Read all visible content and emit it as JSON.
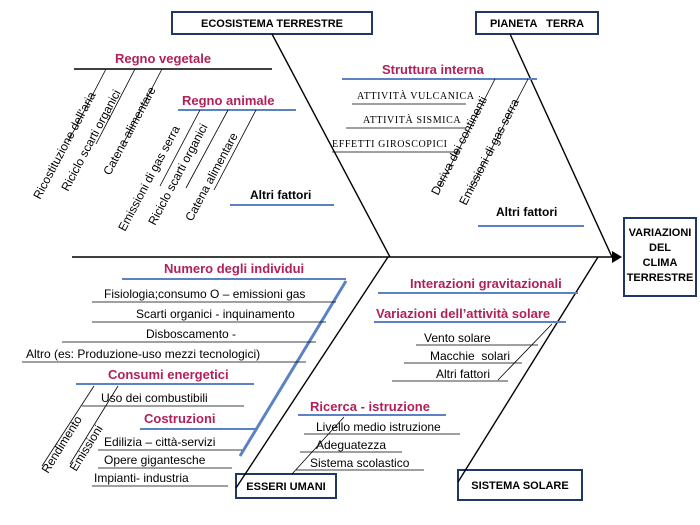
{
  "boxes": {
    "ecosistema": "ECOSISTEMA TERRESTRE",
    "pianeta": "PIANETA   TERRA",
    "esseri": "ESSERI UMANI",
    "sistema": "SISTEMA SOLARE",
    "effect": [
      "VARIAZIONI",
      "DEL",
      "CLIMA",
      "TERRESTRE"
    ]
  },
  "ecosistema": {
    "regno_vegetale": "Regno vegetale",
    "vegetale_items": [
      "Ricostituzione dell’aria",
      "Riciclo scarti organici",
      "Catena alimentare"
    ],
    "regno_animale": "Regno animale",
    "animale_items": [
      "Emissioni di gas serra",
      "Riciclo scarti organici",
      "Catena alimentare"
    ],
    "altri": "Altri fattori"
  },
  "pianeta": {
    "struttura": "Struttura interna",
    "struttura_items": [
      "ATTIVITÀ VULCANICA",
      "ATTIVITÀ SISMICA",
      "EFFETTI GIROSCOPICI"
    ],
    "diag_items": [
      "Deriva dei continenti",
      "Emissioni di gas serra"
    ],
    "altri": "Altri fattori"
  },
  "esseri": {
    "numero": "Numero degli individui",
    "numero_items": [
      "Fisiologia;consumo O – emissioni gas",
      "Scarti organici - inquinamento",
      "Disboscamento -",
      "Altro (es: Produzione-uso mezzi tecnologici)"
    ],
    "consumi": "Consumi energetici",
    "consumi_items": [
      "Uso dei combustibili"
    ],
    "consumi_diag": [
      "Rendimento",
      "Emissioni"
    ],
    "costruzioni": "Costruzioni",
    "costruzioni_items": [
      "Edilizia – città-servizi",
      "Opere gigantesche",
      "Impianti- industria"
    ],
    "ricerca": "Ricerca - istruzione",
    "ricerca_items": [
      "Livello medio istruzione",
      "Adeguatezza",
      "Sistema scolastico"
    ]
  },
  "sistema": {
    "interazioni": "Interazioni gravitazionali",
    "attivita": "Variazioni dell’attività solare",
    "attivita_items": [
      "Vento solare",
      "Macchie  solari",
      "Altri fattori"
    ]
  }
}
